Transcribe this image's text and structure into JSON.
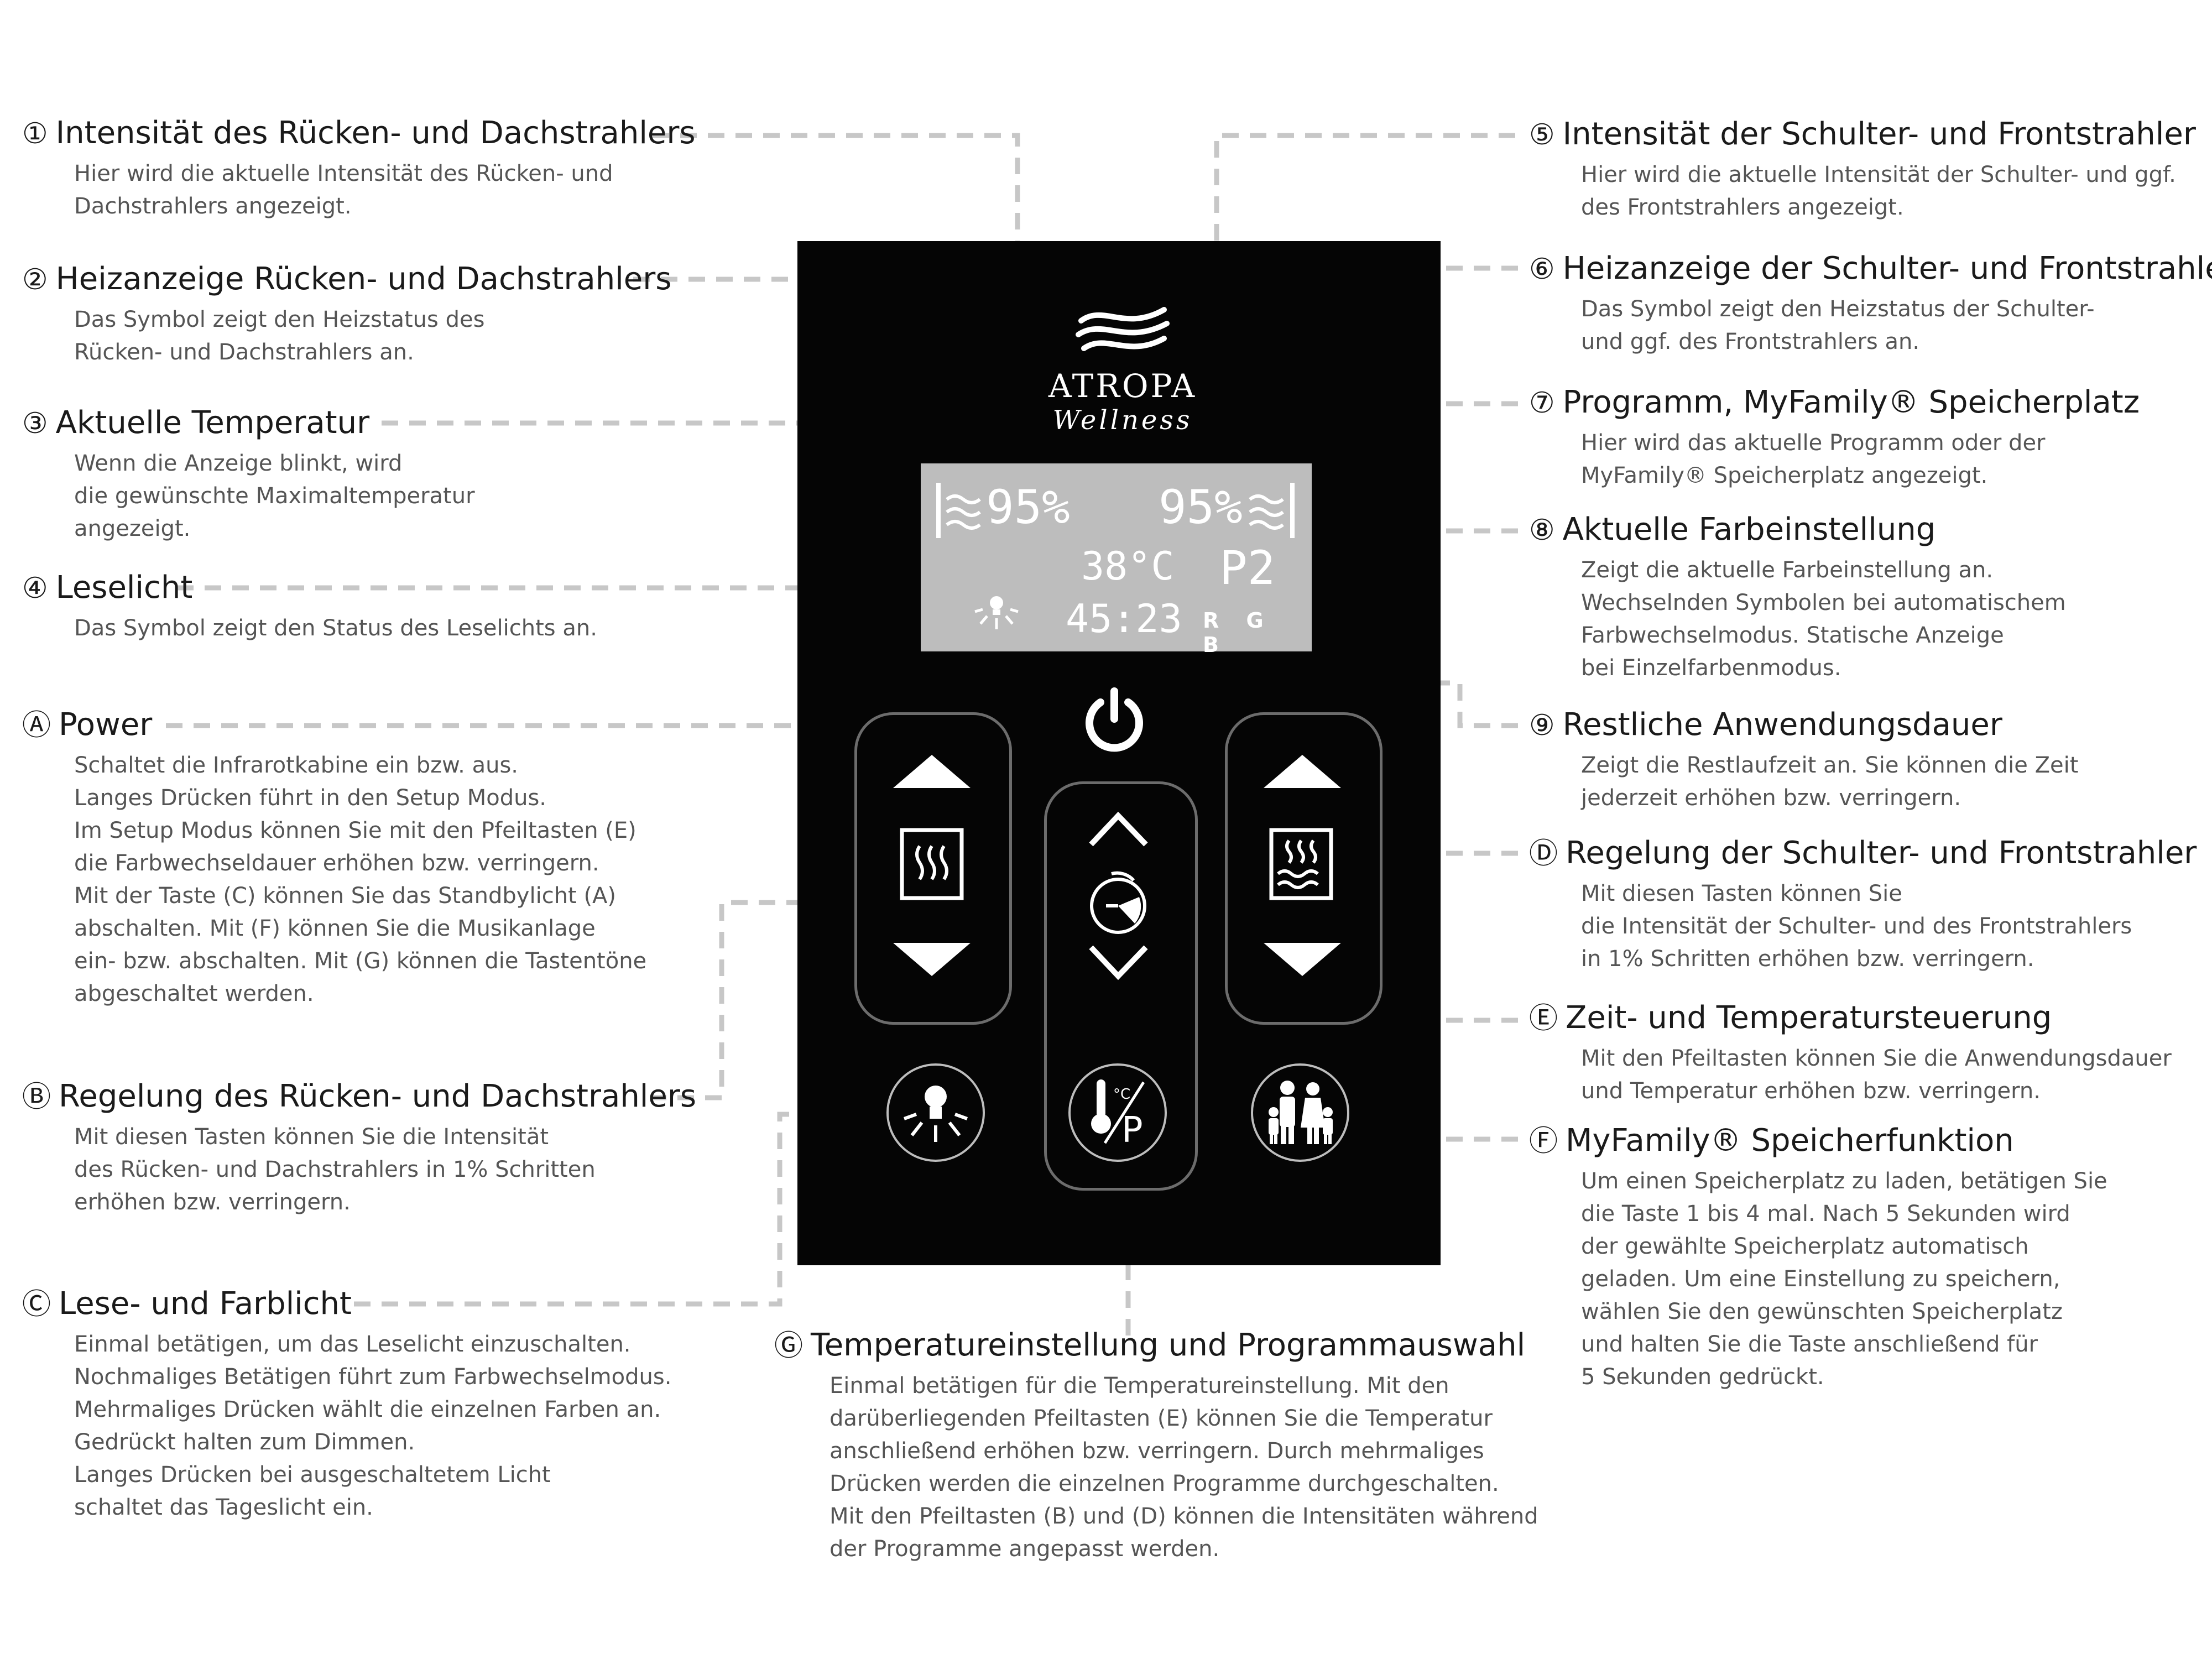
{
  "colors": {
    "panel": "#050505",
    "lcd": "#bdbdbd",
    "leader": "#c7c7c7",
    "text": "#1a1a1a",
    "desc": "#555555",
    "white": "#ffffff"
  },
  "device": {
    "brand": "ATROPA",
    "brand_sub": "Wellness",
    "lcd": {
      "back_intensity": "95%",
      "shoulder_intensity": "95%",
      "temperature": "38°C",
      "program": "P2",
      "time": "45:23",
      "color_mode": "R G B"
    }
  },
  "labels": [
    {
      "marker": "①",
      "title": "Intensität des Rücken- und Dachstrahlers",
      "desc": "Hier wird die aktuelle Intensität des Rücken- und\nDachstrahlers angezeigt."
    },
    {
      "marker": "②",
      "title": "Heizanzeige Rücken- und Dachstrahlers",
      "desc": "Das Symbol zeigt den Heizstatus des\nRücken- und Dachstrahlers an."
    },
    {
      "marker": "③",
      "title": "Aktuelle Temperatur",
      "desc": "Wenn die Anzeige blinkt, wird\ndie gewünschte Maximaltemperatur\nangezeigt."
    },
    {
      "marker": "④",
      "title": "Leselicht",
      "desc": "Das Symbol zeigt den Status des Leselichts an."
    },
    {
      "marker": "Ⓐ",
      "title": "Power",
      "desc": "Schaltet die Infrarotkabine ein bzw. aus.\nLanges Drücken führt in den Setup Modus.\nIm Setup Modus können Sie mit den Pfeiltasten (E)\ndie Farbwechseldauer erhöhen bzw. verringern.\nMit der Taste (C) können Sie das Standbylicht (A)\nabschalten. Mit (F) können Sie die Musikanlage\nein- bzw. abschalten. Mit (G) können die Tastentöne\nabgeschaltet werden."
    },
    {
      "marker": "Ⓑ",
      "title": "Regelung des Rücken- und Dachstrahlers",
      "desc": "Mit diesen Tasten können Sie die Intensität\ndes Rücken- und  Dachstrahlers in 1% Schritten\nerhöhen bzw. verringern."
    },
    {
      "marker": "Ⓒ",
      "title": "Lese- und Farblicht",
      "desc": "Einmal betätigen, um das Leselicht einzuschalten.\nNochmaliges Betätigen führt zum Farbwechselmodus.\nMehrmaliges Drücken wählt die einzelnen Farben an.\nGedrückt halten zum Dimmen.\nLanges Drücken bei ausgeschaltetem Licht\nschaltet das Tageslicht ein."
    },
    {
      "marker": "⑤",
      "title": "Intensität der Schulter- und Frontstrahler",
      "desc": "Hier wird die aktuelle Intensität der Schulter- und ggf.\ndes Frontstrahlers angezeigt."
    },
    {
      "marker": "⑥",
      "title": "Heizanzeige der Schulter- und Frontstrahler",
      "desc": "Das Symbol zeigt den Heizstatus der Schulter-\nund ggf. des Frontstrahlers an."
    },
    {
      "marker": "⑦",
      "title": "Programm, MyFamily® Speicherplatz",
      "desc": "Hier wird das aktuelle Programm oder der\nMyFamily® Speicherplatz angezeigt."
    },
    {
      "marker": "⑧",
      "title": "Aktuelle Farbeinstellung",
      "desc": "Zeigt die aktuelle Farbeinstellung an.\nWechselnden Symbolen bei automatischem\nFarbwechselmodus. Statische Anzeige\nbei Einzelfarbenmodus."
    },
    {
      "marker": "⑨",
      "title": "Restliche Anwendungsdauer",
      "desc": "Zeigt die Restlaufzeit an. Sie können die Zeit\njederzeit erhöhen bzw. verringern."
    },
    {
      "marker": "Ⓓ",
      "title": "Regelung der Schulter- und Frontstrahler",
      "desc": "Mit diesen Tasten können Sie\ndie Intensität der Schulter- und des Frontstrahlers\nin 1% Schritten erhöhen bzw. verringern."
    },
    {
      "marker": "Ⓔ",
      "title": "Zeit- und Temperatursteuerung",
      "desc": "Mit den Pfeiltasten können Sie die Anwendungsdauer\nund Temperatur erhöhen bzw. verringern."
    },
    {
      "marker": "Ⓕ",
      "title": "MyFamily® Speicherfunktion",
      "desc": "Um einen Speicherplatz zu laden, betätigen Sie\ndie Taste 1 bis 4 mal. Nach 5 Sekunden wird\nder gewählte Speicherplatz automatisch\ngeladen. Um eine Einstellung zu speichern,\nwählen Sie den gewünschten Speicherplatz\nund halten Sie die Taste anschließend für\n5 Sekunden gedrückt."
    },
    {
      "marker": "Ⓖ",
      "title": "Temperatureinstellung und Programmauswahl",
      "desc": "Einmal betätigen für die Temperatureinstellung. Mit den\ndarüberliegenden Pfeiltasten (E) können Sie die Temperatur\nanschließend erhöhen bzw. verringern. Durch mehrmaliges\nDrücken werden die einzelnen Programme durchgeschalten.\nMit den Pfeiltasten (B) und (D) können die Intensitäten während\nder Programme angepasst werden."
    }
  ]
}
